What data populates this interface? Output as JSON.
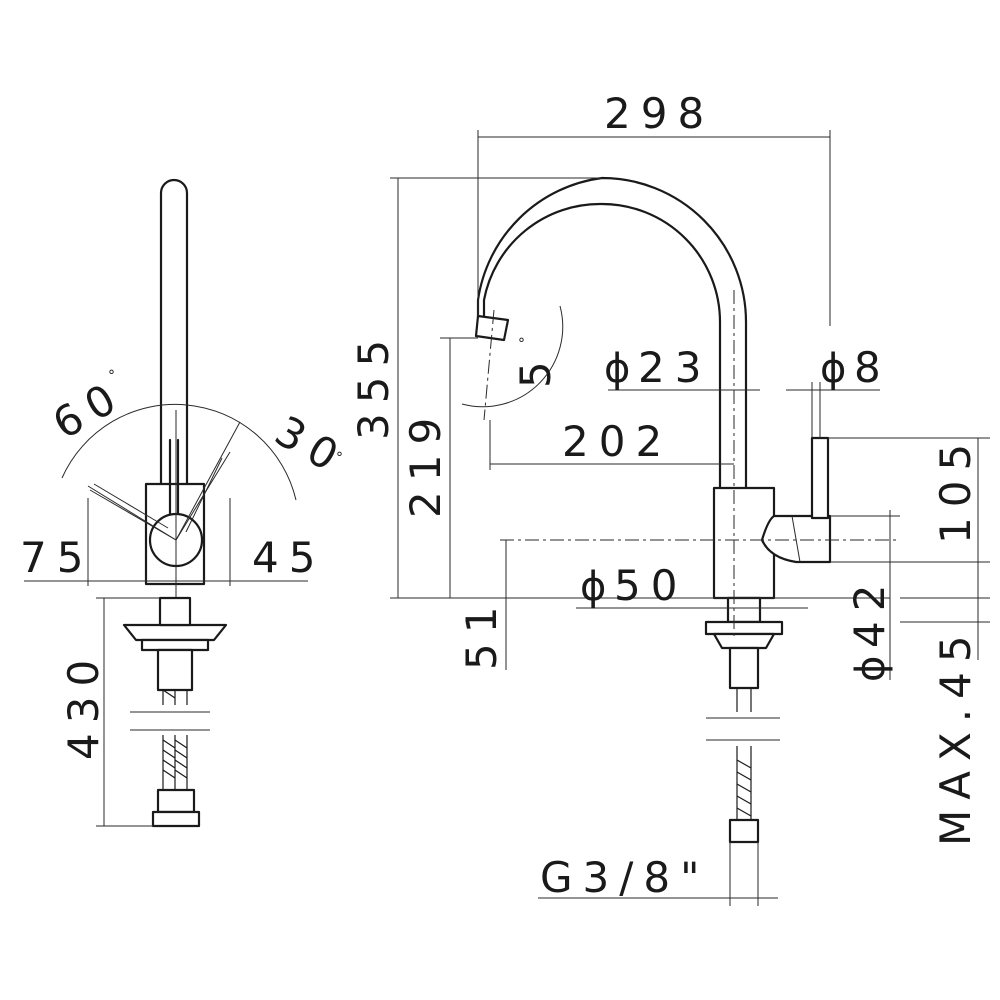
{
  "side_view": {
    "angle_left": "60",
    "angle_right": "30",
    "width_left": "75",
    "width_right": "45",
    "hose_length": "430"
  },
  "front_view": {
    "reach_total": "298",
    "height_total": "355",
    "height_spout": "219",
    "reach_spout": "202",
    "spout_angle": "5",
    "spout_diameter": "23",
    "lever_diameter": "8",
    "body_diameter": "50",
    "hole_diameter": "42",
    "lever_height": "105",
    "lever_offset": "51",
    "deck_thickness": "MAX.45",
    "connection": "G3/8\""
  },
  "symbols": {
    "degree": "°",
    "diameter": "ϕ"
  }
}
